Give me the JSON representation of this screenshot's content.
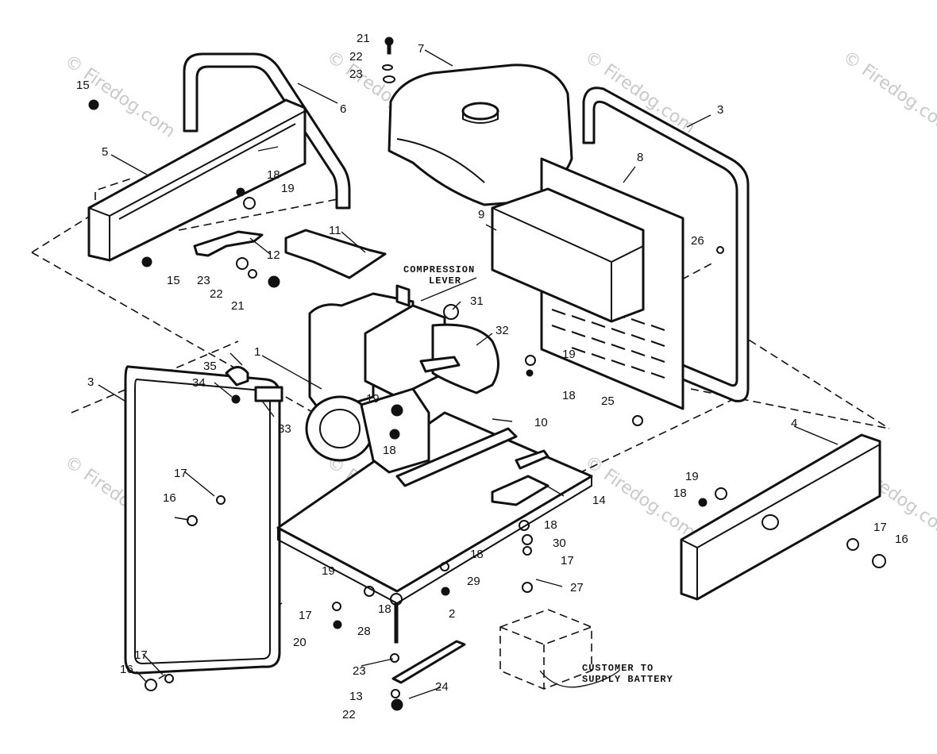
{
  "watermark": "© Firedog.com",
  "callouts": {
    "c1": "1",
    "c2": "2",
    "c3a": "3",
    "c3b": "3",
    "c4": "4",
    "c5": "5",
    "c6": "6",
    "c7": "7",
    "c8": "8",
    "c9": "9",
    "c10": "10",
    "c11": "11",
    "c12": "12",
    "c13": "13",
    "c14": "14",
    "c15a": "15",
    "c15b": "15",
    "c16a": "16",
    "c16b": "16",
    "c16c": "16",
    "c17a": "17",
    "c17b": "17",
    "c17c": "17",
    "c17d": "17",
    "c17e": "17",
    "c18a": "18",
    "c18b": "18",
    "c18c": "18",
    "c18d": "18",
    "c18e": "18",
    "c18f": "18",
    "c18g": "18",
    "c19a": "19",
    "c19b": "19",
    "c19c": "19",
    "c19d": "19",
    "c19e": "19",
    "c20": "20",
    "c21a": "21",
    "c21b": "21",
    "c22a": "22",
    "c22b": "22",
    "c22c": "22",
    "c23a": "23",
    "c23b": "23",
    "c23c": "23",
    "c24": "24",
    "c25": "25",
    "c26": "26",
    "c27": "27",
    "c28": "28",
    "c29": "29",
    "c30": "30",
    "c31": "31",
    "c32": "32",
    "c33": "33",
    "c34": "34",
    "c35": "35"
  },
  "labels": {
    "compression_line1": "COMPRESSION",
    "compression_line2": "LEVER",
    "battery_line1": "CUSTOMER TO",
    "battery_line2": "SUPPLY BATTERY"
  }
}
